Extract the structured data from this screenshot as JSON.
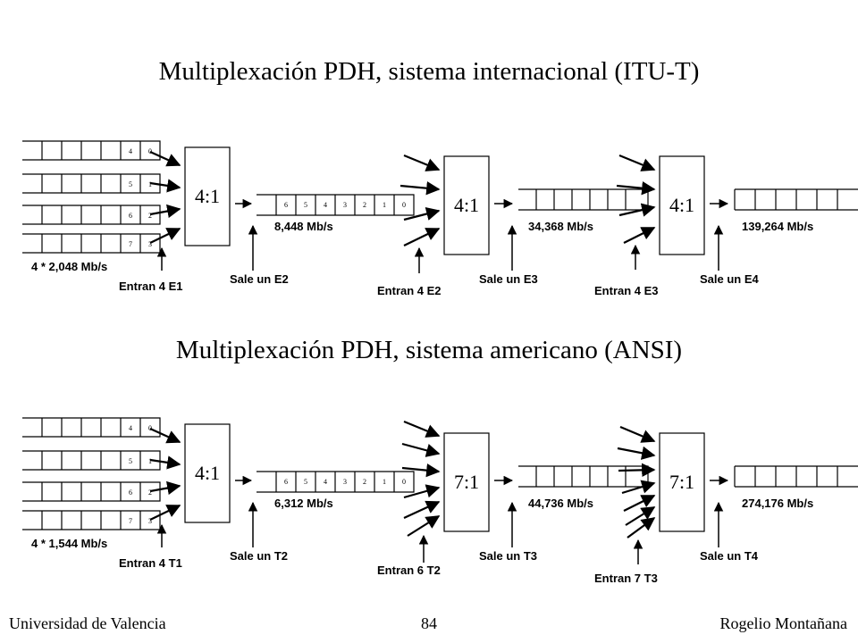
{
  "section_itu": {
    "title": "Multiplexación PDH, sistema internacional (ITU-T)",
    "input_rate": "4 * 2,048 Mb/s",
    "channel_pairs": [
      [
        "4",
        "0"
      ],
      [
        "5",
        "1"
      ],
      [
        "6",
        "2"
      ],
      [
        "7",
        "3"
      ]
    ],
    "stage1": {
      "ratio": "4:1",
      "input_label": "Entran 4 E1",
      "output_label": "Sale un E2",
      "output_rate": "8,448 Mb/s"
    },
    "frame_digits": [
      "6",
      "5",
      "4",
      "3",
      "2",
      "1",
      "0"
    ],
    "stage2": {
      "ratio": "4:1",
      "input_label": "Entran 4 E2",
      "output_label": "Sale un E3",
      "output_rate": "34,368 Mb/s"
    },
    "stage3": {
      "ratio": "4:1",
      "input_label": "Entran 4 E3",
      "output_label": "Sale un E4",
      "output_rate": "139,264 Mb/s"
    }
  },
  "section_ansi": {
    "title": "Multiplexación PDH, sistema americano (ANSI)",
    "input_rate": "4 * 1,544 Mb/s",
    "channel_pairs": [
      [
        "4",
        "0"
      ],
      [
        "5",
        "1"
      ],
      [
        "6",
        "2"
      ],
      [
        "7",
        "3"
      ]
    ],
    "stage1": {
      "ratio": "4:1",
      "input_label": "Entran 4 T1",
      "output_label": "Sale un T2",
      "output_rate": "6,312 Mb/s"
    },
    "frame_digits": [
      "6",
      "5",
      "4",
      "3",
      "2",
      "1",
      "0"
    ],
    "stage2": {
      "ratio": "7:1",
      "input_label": "Entran 6 T2",
      "output_label": "Sale un T3",
      "output_rate": "44,736 Mb/s"
    },
    "stage3": {
      "ratio": "7:1",
      "input_label": "Entran 7 T3",
      "output_label": "Sale un T4",
      "output_rate": "274,176 Mb/s"
    }
  },
  "footer": {
    "left": "Universidad de Valencia",
    "center": "84",
    "right": "Rogelio Montañana"
  }
}
